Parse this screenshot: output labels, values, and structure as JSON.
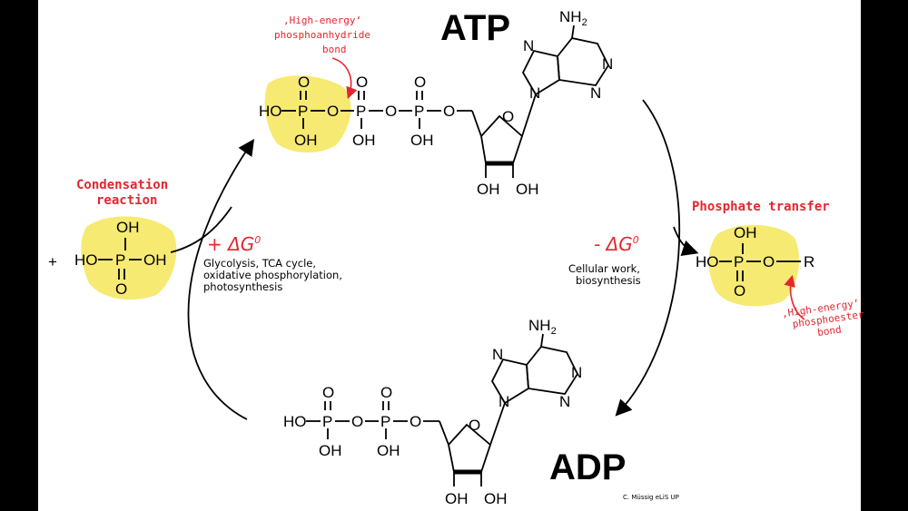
{
  "atp": {
    "title": "ATP",
    "nh2": "NH2",
    "nh2_sub": "2",
    "ho": "HO",
    "p1": "P",
    "p2": "P",
    "p3": "P",
    "o": "O",
    "oh": "OH",
    "n": "N"
  },
  "adp": {
    "title": "ADP"
  },
  "phosphate": {
    "plus": "+",
    "formula_ho": "HO",
    "formula_oh": "OH",
    "formula_p": "P",
    "formula_o": "O"
  },
  "labels": {
    "condensation": [
      "Condensation",
      "reaction"
    ],
    "high_energy_anhydride": [
      "‚High-energy‘",
      "phosphoanhydride",
      "bond"
    ],
    "phosphate_transfer": "Phosphate transfer",
    "high_energy_ester": [
      "‚High-energy‘",
      "phosphoester",
      "bond"
    ],
    "plus_dg": "+ ΔG",
    "minus_dg": "- ΔG",
    "dg_sup": "0",
    "synthesis_processes": [
      "Glycolysis, TCA cycle,",
      "oxidative phosphorylation,",
      "photosynthesis"
    ],
    "consumption_processes": [
      "Cellular work,",
      "biosynthesis"
    ],
    "transfer_r": "R",
    "credit": "C. Müssig eLiS UP"
  },
  "colors": {
    "accent_red": "#e3262f",
    "highlight_yellow": "#f5e65a"
  }
}
